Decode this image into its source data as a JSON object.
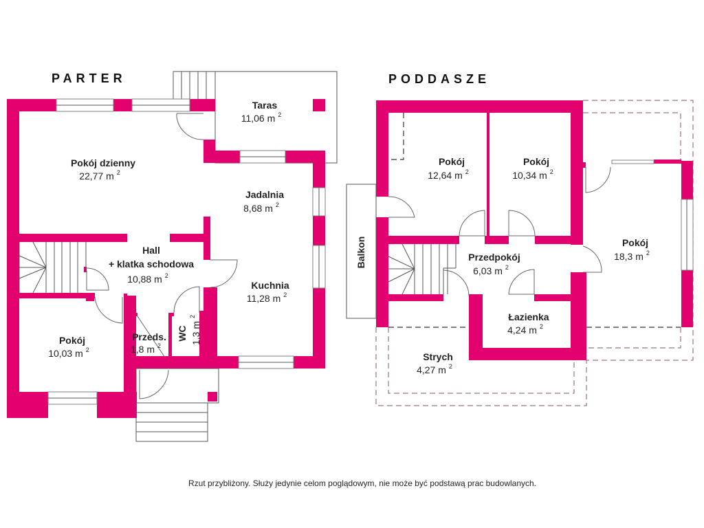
{
  "floors": {
    "ground": {
      "title": "PARTER",
      "rooms": [
        {
          "name": "Taras",
          "area": "11,06 m",
          "unit_sup": "2"
        },
        {
          "name": "Pokój dzienny",
          "area": "22,77 m",
          "unit_sup": "2"
        },
        {
          "name": "Jadalnia",
          "area": "8,68 m",
          "unit_sup": "2"
        },
        {
          "name": "Hall",
          "name2": "+ klatka schodowa",
          "area": "10,88 m",
          "unit_sup": "2"
        },
        {
          "name": "Kuchnia",
          "area": "11,28 m",
          "unit_sup": "2"
        },
        {
          "name": "Pokój",
          "area": "10,03 m",
          "unit_sup": "2"
        },
        {
          "name": "Przeds.",
          "area": "1,8 m",
          "unit_sup": "2"
        },
        {
          "name": "WC",
          "area": "1,3 m",
          "unit_sup": "2"
        }
      ]
    },
    "attic": {
      "title": "PODDASZE",
      "rooms": [
        {
          "name": "Pokój",
          "area": "12,64 m",
          "unit_sup": "2"
        },
        {
          "name": "Pokój",
          "area": "10,34 m",
          "unit_sup": "2"
        },
        {
          "name": "Pokój",
          "area": "18,3 m",
          "unit_sup": "2"
        },
        {
          "name": "Przedpokój",
          "area": "6,03 m",
          "unit_sup": "2"
        },
        {
          "name": "Łazienka",
          "area": "4,24 m",
          "unit_sup": "2"
        },
        {
          "name": "Strych",
          "area": "4,27 m",
          "unit_sup": "2"
        },
        {
          "name": "Balkon"
        }
      ]
    }
  },
  "colors": {
    "wall": "#E2006E"
  },
  "disclaimer": "Rzut przybliżony. Służy jedynie celom poglądowym, nie może być podstawą prac budowlanych."
}
